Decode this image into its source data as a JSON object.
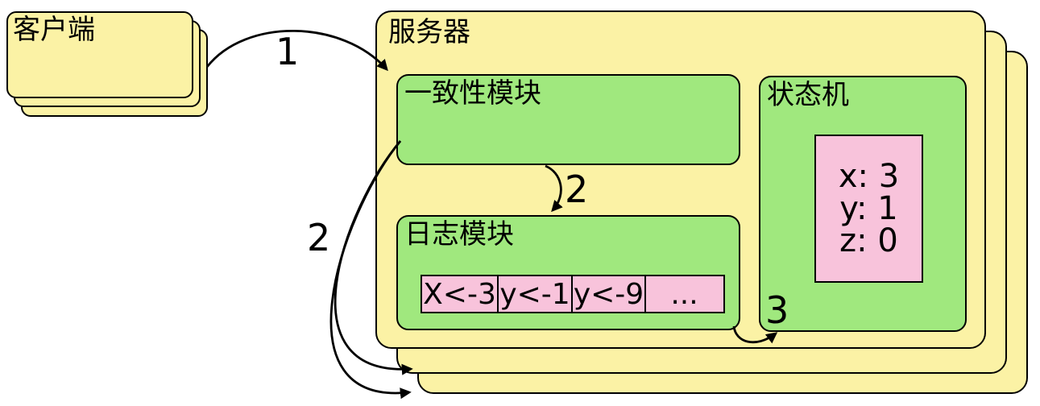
{
  "client": {
    "label": "客户端"
  },
  "server": {
    "label": "服务器"
  },
  "consistency_module": {
    "label": "一致性模块"
  },
  "log_module": {
    "label": "日志模块",
    "entries": [
      "X<-3",
      "y<-1",
      "y<-9",
      "..."
    ]
  },
  "state_machine": {
    "label": "状态机",
    "variables": [
      "x: 3",
      "y: 1",
      "z: 0"
    ]
  },
  "arrow_labels": {
    "step1_client_request": "1",
    "step2_append_log": "2",
    "step2_replicate_to_peers": "2",
    "step3_apply_to_state_machine": "3"
  },
  "colors": {
    "server-fill": "#FBF2A5",
    "module-fill": "#A0E87E",
    "record-fill": "#F8C3DB",
    "stroke": "#000000",
    "background": "#FFFFFF"
  }
}
